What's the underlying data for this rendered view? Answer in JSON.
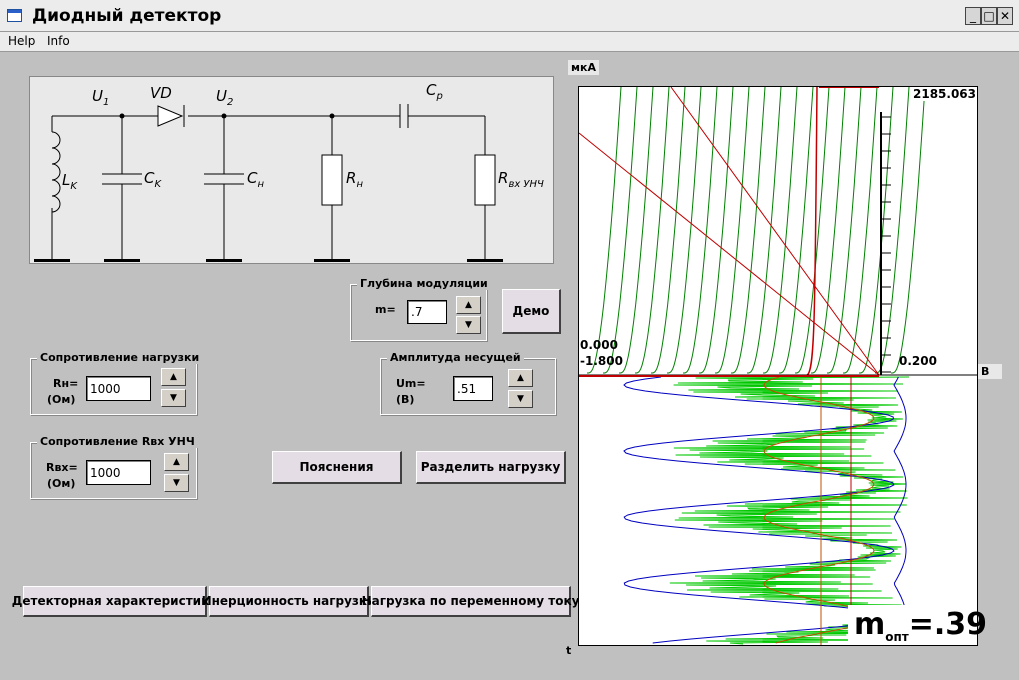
{
  "window": {
    "title": "Диодный детектор"
  },
  "menu": {
    "help": "Help",
    "info": "Info"
  },
  "schematic": {
    "u1": "U",
    "u1_sub": "1",
    "vd": "VD",
    "u2": "U",
    "u2_sub": "2",
    "cp": "C",
    "cp_sub": "p",
    "lk": "L",
    "lk_sub": "K",
    "ck": "C",
    "ck_sub": "K",
    "cn": "C",
    "cn_sub": "н",
    "rn": "R",
    "rn_sub": "н",
    "rvx": "R",
    "rvx_sub": "вх УНЧ"
  },
  "modulation": {
    "title": "Глубина модуляции",
    "label": "m=",
    "value": ".7"
  },
  "demo_button": "Дeмо",
  "load_resistance": {
    "title": "Сопротивление нагрузки",
    "label": "Rн=",
    "unit": "(Ом)",
    "value": "1000"
  },
  "carrier_amplitude": {
    "title": "Амплитуда несущей",
    "label": "Um=",
    "unit": "(B)",
    "value": ".51"
  },
  "input_resistance": {
    "title": "Сопротивление Rвх УНЧ",
    "label": "Rвх=",
    "unit": "(Ом)",
    "value": "1000"
  },
  "buttons": {
    "explanations": "Пояснения",
    "split_load": "Разделить нагрузку",
    "detector_characteristic": "Детекторная характеристика",
    "load_inertia": "Инерционность нагрузки",
    "ac_load": "Нагрузка по переменному току"
  },
  "graph": {
    "y_unit": "мкА",
    "y_max": "2185.063",
    "y_zero": "0.000",
    "x_min": "-1.800",
    "x_max": "0.200",
    "x_unit": "B",
    "t_label": "t",
    "m_opt_main": "m",
    "m_opt_sub": "опт",
    "m_opt_value": "=.39"
  },
  "colors": {
    "characteristic": "#008000",
    "load_line": "#c00000",
    "envelope": "#0000c0",
    "signal": "#00c800",
    "demodulated": "#c05000"
  }
}
